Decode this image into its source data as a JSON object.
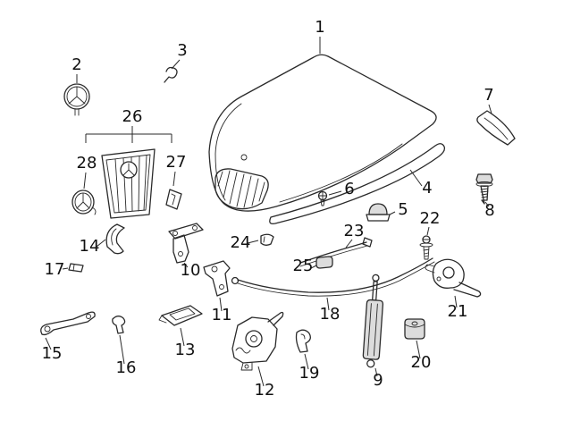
{
  "diagram": {
    "colors": {
      "line": "#2a2a2a",
      "background": "#ffffff",
      "label_text": "#111111"
    },
    "callouts": {
      "c1": "1",
      "c2": "2",
      "c3": "3",
      "c4": "4",
      "c5": "5",
      "c6": "6",
      "c7": "7",
      "c8": "8",
      "c9": "9",
      "c10": "10",
      "c11": "11",
      "c12": "12",
      "c13": "13",
      "c14": "14",
      "c15": "15",
      "c16": "16",
      "c17": "17",
      "c18": "18",
      "c19": "19",
      "c20": "20",
      "c21": "21",
      "c22": "22",
      "c23": "23",
      "c24": "24",
      "c25": "25",
      "c26": "26",
      "c27": "27",
      "c28": "28"
    }
  }
}
